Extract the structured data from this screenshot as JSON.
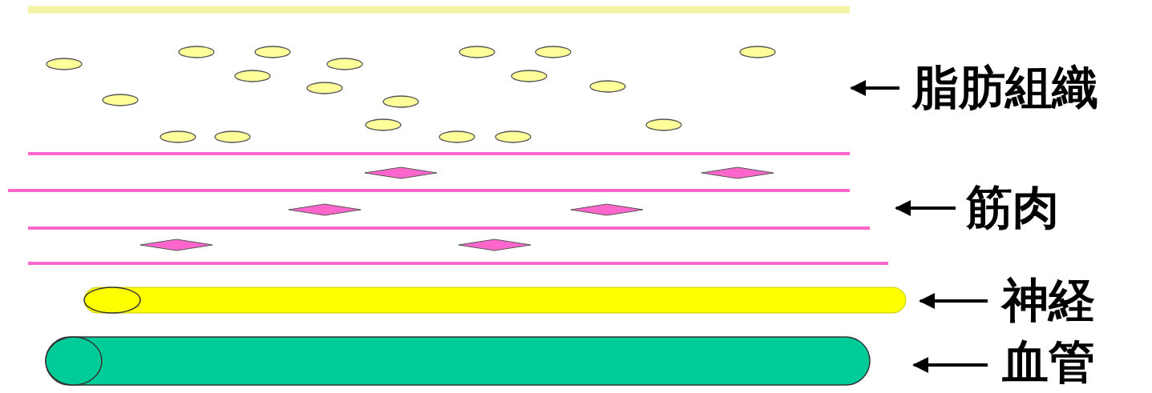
{
  "diagram": {
    "labels": [
      "脂肪組織",
      "筋肉",
      "神経",
      "血管"
    ]
  }
}
